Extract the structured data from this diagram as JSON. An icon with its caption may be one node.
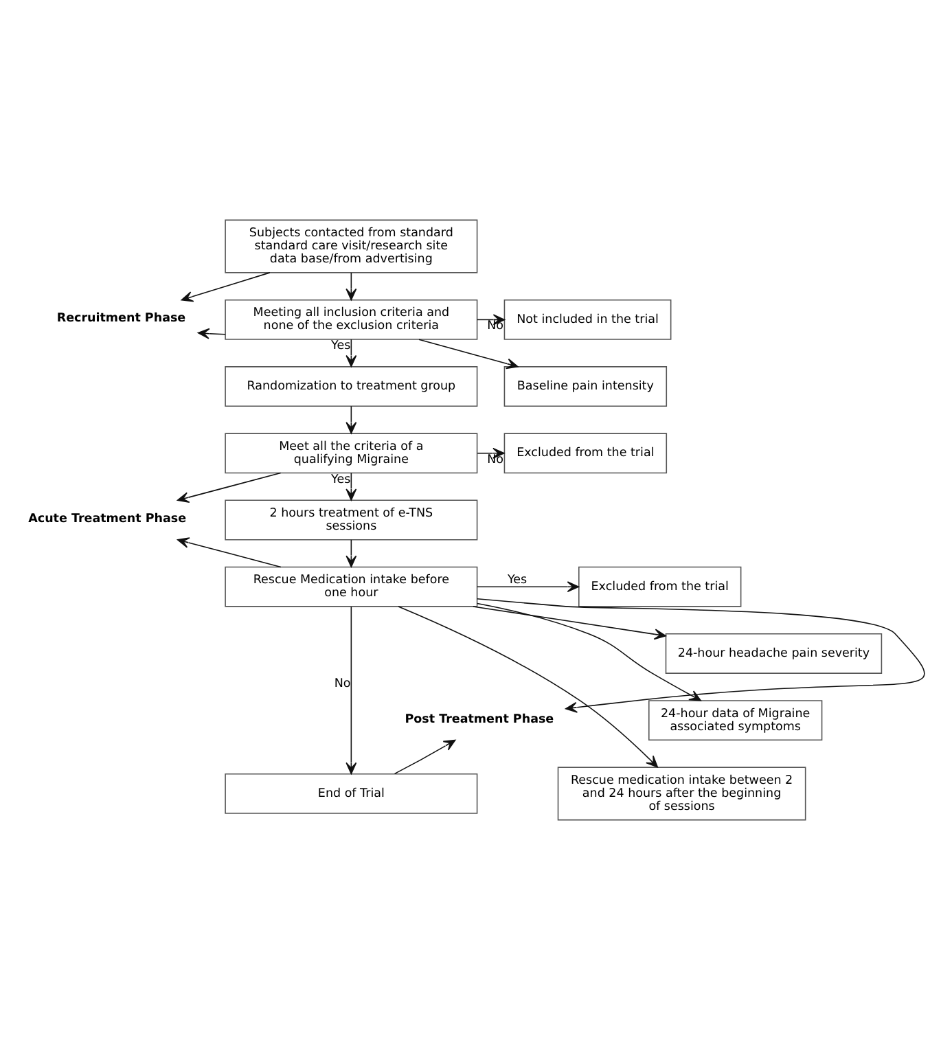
{
  "diagram": {
    "nodes": [
      {
        "text": [
          "Subjects contacted from standard standard care visit/research site data base/from advertising"
        ]
      },
      {
        "text": [
          "Meeting all inclusion criteria and none of the exclusion criteria"
        ]
      },
      {
        "text": [
          "Not included in the trial"
        ]
      },
      {
        "text": [
          "Baseline pain intensity"
        ]
      },
      {
        "text": [
          "Randomization to treatment group"
        ]
      },
      {
        "text": [
          "Meet all the criteria of a qualifying Migraine"
        ]
      },
      {
        "text": [
          "Excluded from the trial"
        ]
      },
      {
        "text": [
          "2 hours treatment of e-TNS sessions"
        ]
      },
      {
        "text": [
          "Rescue Medication intake before one hour"
        ]
      },
      {
        "text": [
          "Excluded from the trial"
        ]
      },
      {
        "text": [
          "24-hour headache pain severity"
        ]
      },
      {
        "text": [
          "24-hour data of Migraine associated symptoms"
        ]
      },
      {
        "text": [
          "Rescue medication intake between 2 and 24 hours after the beginning of sessions"
        ]
      },
      {
        "text": [
          "End of Trial"
        ]
      },
      {
        "text": [
          "Recruitment Phase"
        ]
      },
      {
        "text": [
          "Acute Treatment Phase"
        ]
      },
      {
        "text": [
          "Post Treatment Phase"
        ]
      }
    ],
    "edges": [
      {
        "from": 0,
        "to": 1,
        "arrow": "to"
      },
      {
        "from": 1,
        "to": 2,
        "arrow": "to",
        "label": "No"
      },
      {
        "from": 1,
        "to": 3,
        "arrow": "to"
      },
      {
        "from": 1,
        "to": 4,
        "arrow": "to",
        "label": "Yes"
      },
      {
        "from": 4,
        "to": 5,
        "arrow": "to"
      },
      {
        "from": 5,
        "to": 6,
        "arrow": "to",
        "label": "No"
      },
      {
        "from": 5,
        "to": 7,
        "arrow": "to",
        "label": "Yes"
      },
      {
        "from": 7,
        "to": 8,
        "arrow": "to"
      },
      {
        "from": 8,
        "to": 9,
        "arrow": "to",
        "label": "Yes"
      },
      {
        "from": 8,
        "to": 10,
        "arrow": "to"
      },
      {
        "from": 8,
        "to": 11,
        "arrow": "to"
      },
      {
        "from": 8,
        "to": 12,
        "arrow": "to"
      },
      {
        "from": 8,
        "to": 13,
        "arrow": "to",
        "label": "No"
      },
      {
        "from": 0,
        "to": 14,
        "arrow": "to"
      },
      {
        "from": 1,
        "to": 14,
        "arrow": "to"
      },
      {
        "from": 5,
        "to": 15,
        "arrow": "to"
      },
      {
        "from": 8,
        "to": 15,
        "arrow": "to"
      },
      {
        "from": 8,
        "to": 16,
        "arrow": "to"
      },
      {
        "from": 13,
        "to": 16,
        "arrow": "to"
      }
    ]
  }
}
